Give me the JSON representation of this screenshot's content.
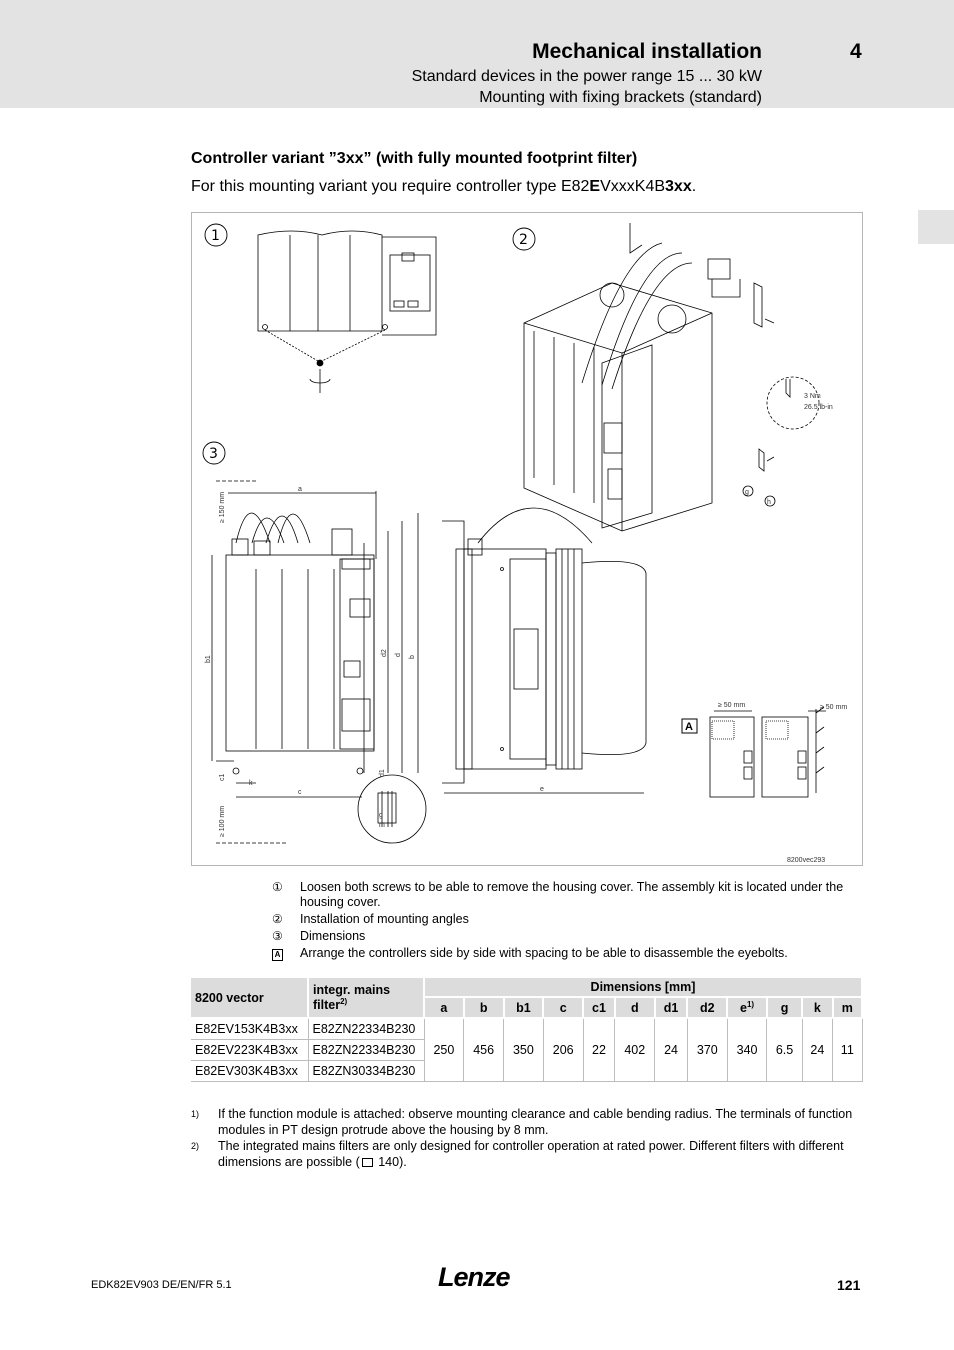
{
  "header": {
    "title": "Mechanical installation",
    "chapter": "4",
    "subtitle1": "Standard devices in the power range 15 ... 30 kW",
    "subtitle2": "Mounting with fixing brackets (standard)"
  },
  "section": {
    "title": "Controller variant ”3xx” (with fully mounted footprint filter)",
    "intro_pre": "For this mounting variant you require controller type E82",
    "intro_b1": "E",
    "intro_mid": "VxxxK4B",
    "intro_b2": "3xx",
    "intro_post": "."
  },
  "figure": {
    "labels": {
      "step1": "1",
      "step2": "2",
      "step3": "3",
      "a_box": "A",
      "torque1": "3 Nm",
      "torque2": "26.5 lb-in",
      "g_circle": "g",
      "h_circle": "h",
      "clear_top": "≥ 150 mm",
      "clear_bottom": "≥ 100 mm",
      "side1": "≥ 50 mm",
      "side2": "≥ 50 mm",
      "dim_a": "a",
      "dim_b": "b",
      "dim_b1": "b1",
      "dim_c": "c",
      "dim_c1": "c1",
      "dim_d": "d",
      "dim_d1": "d1",
      "dim_d2": "d2",
      "dim_e": "e",
      "dim_g": "g",
      "dim_k": "k",
      "dim_m": "m",
      "code": "8200vec293"
    }
  },
  "legend": [
    {
      "mark": "①",
      "text": "Loosen both screws to be able to remove the housing cover. The assembly kit is located under the housing cover."
    },
    {
      "mark": "②",
      "text": "Installation of mounting angles"
    },
    {
      "mark": "③",
      "text": "Dimensions"
    },
    {
      "mark": "A",
      "text": "Arrange the controllers side by side with spacing to be able to disassemble the eyebolts."
    }
  ],
  "table": {
    "group_header": "Dimensions [mm]",
    "col_device": "8200 vector",
    "col_filter": "integr. mains filter",
    "col_filter_sup": "2)",
    "dim_cols": [
      "a",
      "b",
      "b1",
      "c",
      "c1",
      "d",
      "d1",
      "d2",
      "e",
      "g",
      "k",
      "m"
    ],
    "e_sup": "1)",
    "rows": [
      {
        "device": "E82EV153K4B3xx",
        "filter": "E82ZN22334B230"
      },
      {
        "device": "E82EV223K4B3xx",
        "filter": "E82ZN22334B230"
      },
      {
        "device": "E82EV303K4B3xx",
        "filter": "E82ZN30334B230"
      }
    ],
    "values": [
      "250",
      "456",
      "350",
      "206",
      "22",
      "402",
      "24",
      "370",
      "340",
      "6.5",
      "24",
      "11"
    ]
  },
  "footnotes": [
    {
      "mark": "1)",
      "text": "If the function module is attached: observe mounting clearance and cable bending radius. The terminals of function modules in PT design protrude above the housing by 8 mm."
    },
    {
      "mark": "2)",
      "text_pre": "The integrated mains filters are only designed for controller operation at rated power. Different filters with different dimensions are possible (",
      "book_icon": "book-icon",
      "text_post": " 140)."
    }
  ],
  "footer": {
    "doc": "EDK82EV903  DE/EN/FR  5.1",
    "logo": "Lenze",
    "page": "121"
  }
}
